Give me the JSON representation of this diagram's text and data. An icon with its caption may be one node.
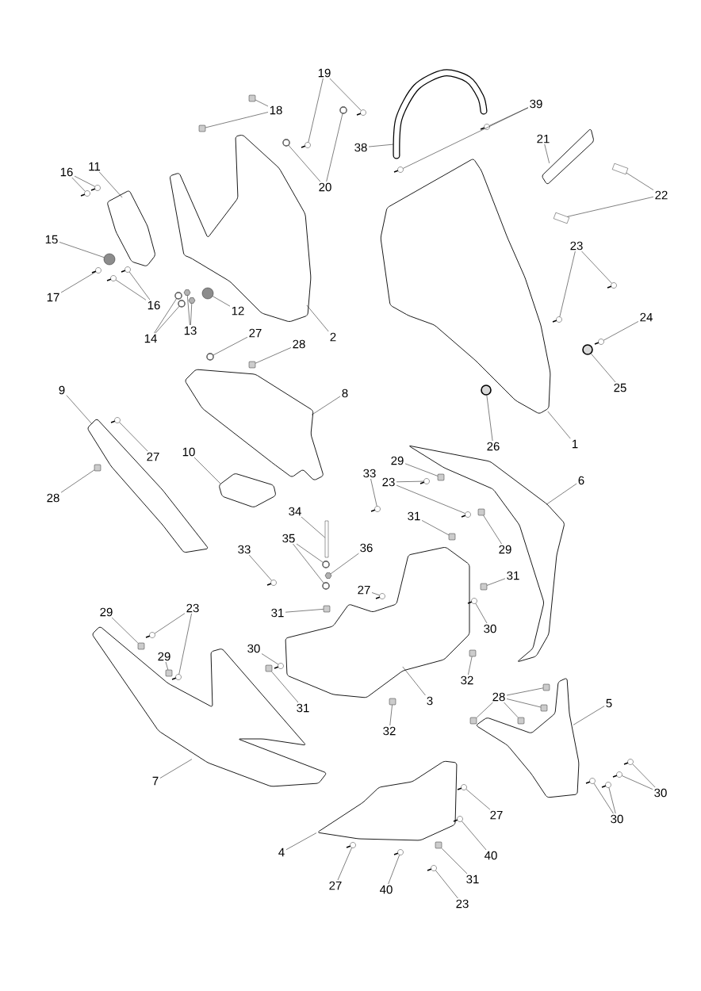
{
  "diagram": {
    "nodes": [
      {
        "text": [
          "19"
        ]
      },
      {
        "text": [
          "18"
        ]
      },
      {
        "text": [
          "20"
        ]
      },
      {
        "text": [
          "39"
        ]
      },
      {
        "text": [
          "38"
        ]
      },
      {
        "text": [
          "21"
        ]
      },
      {
        "text": [
          "22"
        ]
      },
      {
        "text": [
          "16"
        ]
      },
      {
        "text": [
          "11"
        ]
      },
      {
        "text": [
          "15"
        ]
      },
      {
        "text": [
          "17"
        ]
      },
      {
        "text": [
          "16"
        ]
      },
      {
        "text": [
          "14"
        ]
      },
      {
        "text": [
          "13"
        ]
      },
      {
        "text": [
          "12"
        ]
      },
      {
        "text": [
          "2"
        ]
      },
      {
        "text": [
          "27"
        ]
      },
      {
        "text": [
          "28"
        ]
      },
      {
        "text": [
          "23"
        ]
      },
      {
        "text": [
          "24"
        ]
      },
      {
        "text": [
          "25"
        ]
      },
      {
        "text": [
          "26"
        ]
      },
      {
        "text": [
          "1"
        ]
      },
      {
        "text": [
          "8"
        ]
      },
      {
        "text": [
          "9"
        ]
      },
      {
        "text": [
          "27"
        ]
      },
      {
        "text": [
          "28"
        ]
      },
      {
        "text": [
          "10"
        ]
      },
      {
        "text": [
          "33"
        ]
      },
      {
        "text": [
          "34"
        ]
      },
      {
        "text": [
          "35"
        ]
      },
      {
        "text": [
          "36"
        ]
      },
      {
        "text": [
          "33"
        ]
      },
      {
        "text": [
          "29"
        ]
      },
      {
        "text": [
          "23"
        ]
      },
      {
        "text": [
          "31"
        ]
      },
      {
        "text": [
          "6"
        ]
      },
      {
        "text": [
          "27"
        ]
      },
      {
        "text": [
          "31"
        ]
      },
      {
        "text": [
          "31"
        ]
      },
      {
        "text": [
          "30"
        ]
      },
      {
        "text": [
          "29"
        ]
      },
      {
        "text": [
          "32"
        ]
      },
      {
        "text": [
          "3"
        ]
      },
      {
        "text": [
          "32"
        ]
      },
      {
        "text": [
          "30"
        ]
      },
      {
        "text": [
          "31"
        ]
      },
      {
        "text": [
          "29"
        ]
      },
      {
        "text": [
          "23"
        ]
      },
      {
        "text": [
          "29"
        ]
      },
      {
        "text": [
          "7"
        ]
      },
      {
        "text": [
          "28"
        ]
      },
      {
        "text": [
          "5"
        ]
      },
      {
        "text": [
          "30"
        ]
      },
      {
        "text": [
          "30"
        ]
      },
      {
        "text": [
          "27"
        ]
      },
      {
        "text": [
          "4"
        ]
      },
      {
        "text": [
          "40"
        ]
      },
      {
        "text": [
          "27"
        ]
      },
      {
        "text": [
          "40"
        ]
      },
      {
        "text": [
          "31"
        ]
      },
      {
        "text": [
          "23"
        ]
      },
      {
        "text": [],
        "shape": "screw"
      },
      {
        "text": [],
        "shape": "screw"
      },
      {
        "text": [],
        "shape": "clip"
      },
      {
        "text": [],
        "shape": "clip"
      },
      {
        "text": [],
        "shape": "washer"
      },
      {
        "text": [],
        "shape": "washer"
      },
      {
        "text": [],
        "shape": "screw"
      },
      {
        "text": [],
        "shape": "screw"
      },
      {
        "text": [],
        "shape": "picture"
      },
      {
        "text": [],
        "shape": "picture"
      },
      {
        "text": [],
        "shape": "spacer"
      },
      {
        "text": [],
        "shape": "spacer"
      },
      {
        "text": [],
        "shape": "screw"
      },
      {
        "text": [],
        "shape": "screw"
      },
      {
        "text": [],
        "shape": "picture"
      },
      {
        "text": [],
        "shape": "knob"
      },
      {
        "text": [],
        "shape": "screw"
      },
      {
        "text": [],
        "shape": "screw"
      },
      {
        "text": [],
        "shape": "screw"
      },
      {
        "text": [],
        "shape": "washer"
      },
      {
        "text": [],
        "shape": "washer"
      },
      {
        "text": [],
        "shape": "nut"
      },
      {
        "text": [],
        "shape": "nut"
      },
      {
        "text": [],
        "shape": "knob"
      },
      {
        "text": [],
        "shape": "picture"
      },
      {
        "text": [],
        "shape": "washer"
      },
      {
        "text": [],
        "shape": "clip"
      },
      {
        "text": [],
        "shape": "screw"
      },
      {
        "text": [],
        "shape": "screw"
      },
      {
        "text": [],
        "shape": "screw"
      },
      {
        "text": [],
        "shape": "grommet"
      },
      {
        "text": [],
        "shape": "grommet"
      },
      {
        "text": [],
        "shape": "picture"
      },
      {
        "text": [],
        "shape": "picture"
      },
      {
        "text": [],
        "shape": "picture"
      },
      {
        "text": [],
        "shape": "screw"
      },
      {
        "text": [],
        "shape": "clip"
      },
      {
        "text": [],
        "shape": "picture"
      },
      {
        "text": [],
        "shape": "screw"
      },
      {
        "text": [],
        "shape": "bolt"
      },
      {
        "text": [],
        "shape": "washer"
      },
      {
        "text": [],
        "shape": "washer"
      },
      {
        "text": [],
        "shape": "nut"
      },
      {
        "text": [],
        "shape": "screw"
      },
      {
        "text": [],
        "shape": "clip"
      },
      {
        "text": [],
        "shape": "screw"
      },
      {
        "text": [],
        "shape": "screw"
      },
      {
        "text": [],
        "shape": "clip"
      },
      {
        "text": [],
        "shape": "picture"
      },
      {
        "text": [],
        "shape": "screw"
      },
      {
        "text": [],
        "shape": "clip"
      },
      {
        "text": [],
        "shape": "clip"
      },
      {
        "text": [],
        "shape": "screw"
      },
      {
        "text": [],
        "shape": "clip"
      },
      {
        "text": [],
        "shape": "clip"
      },
      {
        "text": [],
        "shape": "picture"
      },
      {
        "text": [],
        "shape": "clip"
      },
      {
        "text": [],
        "shape": "screw"
      },
      {
        "text": [],
        "shape": "clip"
      },
      {
        "text": [],
        "shape": "clip"
      },
      {
        "text": [],
        "shape": "screw"
      },
      {
        "text": [],
        "shape": "screw"
      },
      {
        "text": [],
        "shape": "clip"
      },
      {
        "text": [],
        "shape": "picture"
      },
      {
        "text": [],
        "shape": "clip"
      },
      {
        "text": [],
        "shape": "clip"
      },
      {
        "text": [],
        "shape": "clip"
      },
      {
        "text": [],
        "shape": "clip"
      },
      {
        "text": [],
        "shape": "picture"
      },
      {
        "text": [],
        "shape": "screw"
      },
      {
        "text": [],
        "shape": "screw"
      },
      {
        "text": [],
        "shape": "screw"
      },
      {
        "text": [],
        "shape": "screw"
      },
      {
        "text": [],
        "shape": "screw"
      },
      {
        "text": [],
        "shape": "picture"
      },
      {
        "text": [],
        "shape": "screw"
      },
      {
        "text": [],
        "shape": "screw"
      },
      {
        "text": [],
        "shape": "screw"
      },
      {
        "text": [],
        "shape": "clip"
      },
      {
        "text": [],
        "shape": "screw"
      }
    ],
    "edges": [
      {
        "from": 0,
        "to": 62,
        "arrow": "none"
      },
      {
        "from": 0,
        "to": 63,
        "arrow": "none"
      },
      {
        "from": 1,
        "to": 64,
        "arrow": "none"
      },
      {
        "from": 1,
        "to": 65,
        "arrow": "none"
      },
      {
        "from": 2,
        "to": 66,
        "arrow": "none"
      },
      {
        "from": 2,
        "to": 67,
        "arrow": "none"
      },
      {
        "from": 3,
        "to": 68,
        "arrow": "none"
      },
      {
        "from": 3,
        "to": 69,
        "arrow": "none"
      },
      {
        "from": 4,
        "to": 70,
        "arrow": "none"
      },
      {
        "from": 5,
        "to": 71,
        "arrow": "none"
      },
      {
        "from": 6,
        "to": 72,
        "arrow": "none"
      },
      {
        "from": 6,
        "to": 73,
        "arrow": "none"
      },
      {
        "from": 7,
        "to": 74,
        "arrow": "none"
      },
      {
        "from": 7,
        "to": 75,
        "arrow": "none"
      },
      {
        "from": 8,
        "to": 76,
        "arrow": "none"
      },
      {
        "from": 9,
        "to": 77,
        "arrow": "none"
      },
      {
        "from": 10,
        "to": 78,
        "arrow": "none"
      },
      {
        "from": 11,
        "to": 79,
        "arrow": "none"
      },
      {
        "from": 11,
        "to": 80,
        "arrow": "none"
      },
      {
        "from": 12,
        "to": 81,
        "arrow": "none"
      },
      {
        "from": 12,
        "to": 82,
        "arrow": "none"
      },
      {
        "from": 13,
        "to": 83,
        "arrow": "none"
      },
      {
        "from": 13,
        "to": 84,
        "arrow": "none"
      },
      {
        "from": 14,
        "to": 85,
        "arrow": "none"
      },
      {
        "from": 15,
        "to": 86,
        "arrow": "none"
      },
      {
        "from": 16,
        "to": 87,
        "arrow": "none"
      },
      {
        "from": 17,
        "to": 88,
        "arrow": "none"
      },
      {
        "from": 18,
        "to": 89,
        "arrow": "none"
      },
      {
        "from": 18,
        "to": 90,
        "arrow": "none"
      },
      {
        "from": 19,
        "to": 91,
        "arrow": "none"
      },
      {
        "from": 20,
        "to": 92,
        "arrow": "none"
      },
      {
        "from": 21,
        "to": 93,
        "arrow": "none"
      },
      {
        "from": 22,
        "to": 94,
        "arrow": "none"
      },
      {
        "from": 23,
        "to": 95,
        "arrow": "none"
      },
      {
        "from": 24,
        "to": 96,
        "arrow": "none"
      },
      {
        "from": 25,
        "to": 97,
        "arrow": "none"
      },
      {
        "from": 26,
        "to": 98,
        "arrow": "none"
      },
      {
        "from": 27,
        "to": 99,
        "arrow": "none"
      },
      {
        "from": 28,
        "to": 100,
        "arrow": "none"
      },
      {
        "from": 29,
        "to": 101,
        "arrow": "none"
      },
      {
        "from": 30,
        "to": 102,
        "arrow": "none"
      },
      {
        "from": 30,
        "to": 103,
        "arrow": "none"
      },
      {
        "from": 31,
        "to": 104,
        "arrow": "none"
      },
      {
        "from": 32,
        "to": 105,
        "arrow": "none"
      },
      {
        "from": 33,
        "to": 106,
        "arrow": "none"
      },
      {
        "from": 34,
        "to": 107,
        "arrow": "none"
      },
      {
        "from": 34,
        "to": 108,
        "arrow": "none"
      },
      {
        "from": 35,
        "to": 109,
        "arrow": "none"
      },
      {
        "from": 36,
        "to": 110,
        "arrow": "none"
      },
      {
        "from": 37,
        "to": 111,
        "arrow": "none"
      },
      {
        "from": 38,
        "to": 112,
        "arrow": "none"
      },
      {
        "from": 39,
        "to": 113,
        "arrow": "none"
      },
      {
        "from": 40,
        "to": 114,
        "arrow": "none"
      },
      {
        "from": 41,
        "to": 115,
        "arrow": "none"
      },
      {
        "from": 42,
        "to": 116,
        "arrow": "none"
      },
      {
        "from": 43,
        "to": 117,
        "arrow": "none"
      },
      {
        "from": 44,
        "to": 118,
        "arrow": "none"
      },
      {
        "from": 45,
        "to": 119,
        "arrow": "none"
      },
      {
        "from": 46,
        "to": 120,
        "arrow": "none"
      },
      {
        "from": 47,
        "to": 121,
        "arrow": "none"
      },
      {
        "from": 48,
        "to": 122,
        "arrow": "none"
      },
      {
        "from": 48,
        "to": 123,
        "arrow": "none"
      },
      {
        "from": 49,
        "to": 124,
        "arrow": "none"
      },
      {
        "from": 50,
        "to": 125,
        "arrow": "none"
      },
      {
        "from": 51,
        "to": 126,
        "arrow": "none"
      },
      {
        "from": 51,
        "to": 127,
        "arrow": "none"
      },
      {
        "from": 51,
        "to": 128,
        "arrow": "none"
      },
      {
        "from": 51,
        "to": 129,
        "arrow": "none"
      },
      {
        "from": 52,
        "to": 130,
        "arrow": "none"
      },
      {
        "from": 53,
        "to": 131,
        "arrow": "none"
      },
      {
        "from": 53,
        "to": 132,
        "arrow": "none"
      },
      {
        "from": 54,
        "to": 133,
        "arrow": "none"
      },
      {
        "from": 54,
        "to": 134,
        "arrow": "none"
      },
      {
        "from": 55,
        "to": 135,
        "arrow": "none"
      },
      {
        "from": 56,
        "to": 136,
        "arrow": "none"
      },
      {
        "from": 57,
        "to": 137,
        "arrow": "none"
      },
      {
        "from": 58,
        "to": 138,
        "arrow": "none"
      },
      {
        "from": 59,
        "to": 139,
        "arrow": "none"
      },
      {
        "from": 60,
        "to": 140,
        "arrow": "none"
      },
      {
        "from": 61,
        "to": 141,
        "arrow": "none"
      }
    ]
  }
}
